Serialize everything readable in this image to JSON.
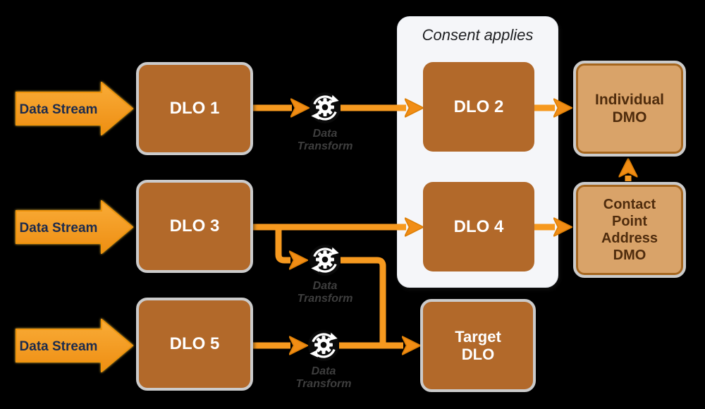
{
  "streams": [
    {
      "label": "Data Stream"
    },
    {
      "label": "Data Stream"
    },
    {
      "label": "Data Stream"
    }
  ],
  "consent": {
    "label": "Consent applies"
  },
  "boxes": {
    "dlo1": {
      "label": "DLO 1"
    },
    "dlo2": {
      "label": "DLO 2"
    },
    "dlo3": {
      "label": "DLO 3"
    },
    "dlo4": {
      "label": "DLO 4"
    },
    "dlo5": {
      "label": "DLO 5"
    },
    "target": {
      "label": "Target\nDLO"
    },
    "individual_dmo": {
      "label": "Individual\nDMO"
    },
    "contact_point_address_dmo": {
      "label": "Contact\nPoint\nAddress\nDMO"
    }
  },
  "transforms": [
    {
      "label": "Data\nTransform",
      "icon": "gear-sync-icon"
    },
    {
      "label": "Data\nTransform",
      "icon": "gear-sync-icon"
    },
    {
      "label": "Data\nTransform",
      "icon": "gear-sync-icon"
    }
  ],
  "colors": {
    "background": "#000000",
    "connector_orange": "#f6991f",
    "arrowhead_orange": "#f18d15",
    "dlo_fill": "#b2692a",
    "dmo_fill": "#d9a369",
    "dmo_border": "#a5661e",
    "stream_fill": "#f6a02e",
    "stream_text": "#1c2b4d",
    "consent_bg": "#f5f6f9",
    "box_ring_gray": "#cbcbcb",
    "dlo_text": "#ffffff",
    "dmo_text": "#4f2c0d",
    "transform_label_text": "#3e3e3e"
  }
}
